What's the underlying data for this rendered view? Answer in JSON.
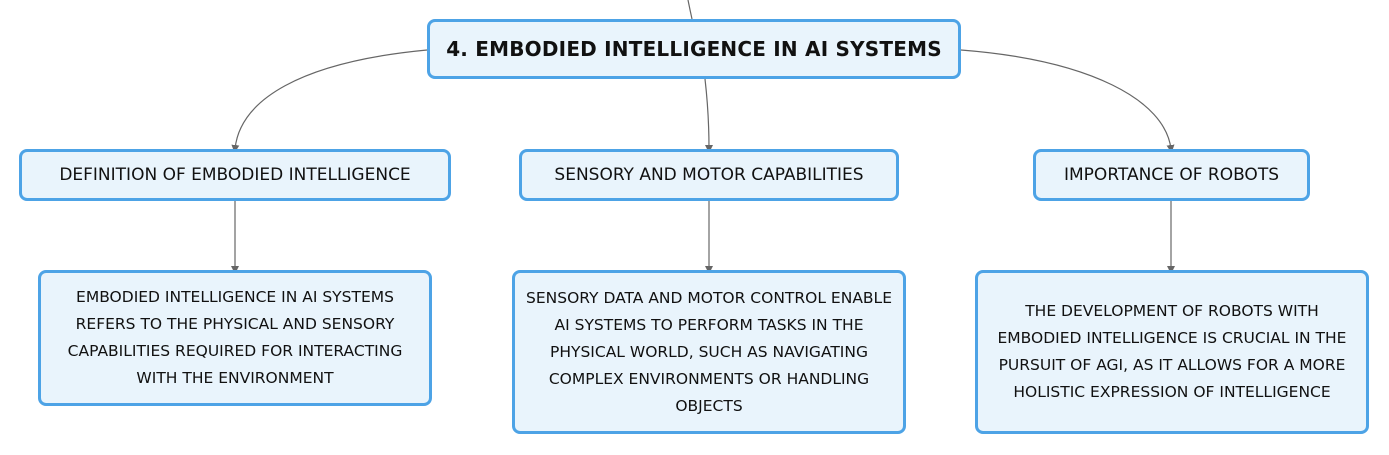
{
  "root": {
    "label": "4. EMBODIED INTELLIGENCE IN AI SYSTEMS"
  },
  "branches": [
    {
      "label": "DEFINITION OF EMBODIED INTELLIGENCE",
      "detail": "EMBODIED INTELLIGENCE IN AI SYSTEMS REFERS TO THE PHYSICAL AND SENSORY CAPABILITIES REQUIRED FOR INTERACTING WITH THE ENVIRONMENT"
    },
    {
      "label": "SENSORY AND MOTOR CAPABILITIES",
      "detail": "SENSORY DATA AND MOTOR CONTROL ENABLE AI SYSTEMS TO PERFORM TASKS IN THE PHYSICAL WORLD, SUCH AS NAVIGATING COMPLEX ENVIRONMENTS OR HANDLING OBJECTS"
    },
    {
      "label": "IMPORTANCE OF ROBOTS",
      "detail": "THE DEVELOPMENT OF ROBOTS WITH EMBODIED INTELLIGENCE IS CRUCIAL IN THE PURSUIT OF AGI, AS IT ALLOWS FOR A MORE HOLISTIC EXPRESSION OF INTELLIGENCE"
    }
  ],
  "colors": {
    "node_border": "#4da3e6",
    "node_fill": "#e9f4fc",
    "connector": "#666666",
    "text": "#111111"
  }
}
